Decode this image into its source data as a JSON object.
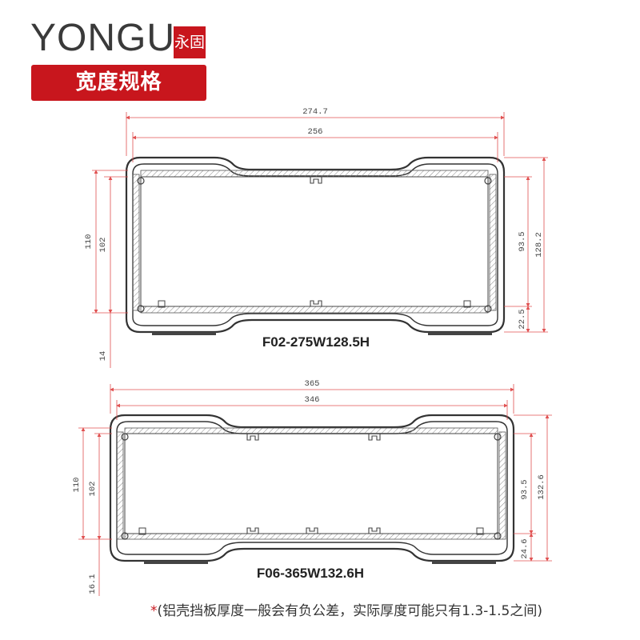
{
  "brand": {
    "name": "YONGU",
    "seal_text": "永固"
  },
  "section_title": "宽度规格",
  "profiles": [
    {
      "model": "F02-275W128.5H",
      "dims": {
        "outer_width": "274.7",
        "inner_width": "256",
        "height_left_outer": "110",
        "height_left_inner": "102",
        "height_right_inner": "93.5",
        "height_right_outer": "128.2",
        "foot_right": "22.5",
        "foot_left": "14"
      }
    },
    {
      "model": "F06-365W132.6H",
      "dims": {
        "outer_width": "365",
        "inner_width": "346",
        "height_left_outer": "110",
        "height_left_inner": "102",
        "height_right_inner": "93.5",
        "height_right_outer": "132.6",
        "foot_right": "24.6",
        "foot_left": "16.1"
      }
    }
  ],
  "footnote": {
    "star": "*",
    "text": "(铝壳挡板厚度一般会有负公差，实际厚度可能只有1.3-1.5之间)"
  },
  "colors": {
    "accent": "#c8161d",
    "dimension_line": "#e05050",
    "drawing_line": "#333333"
  }
}
